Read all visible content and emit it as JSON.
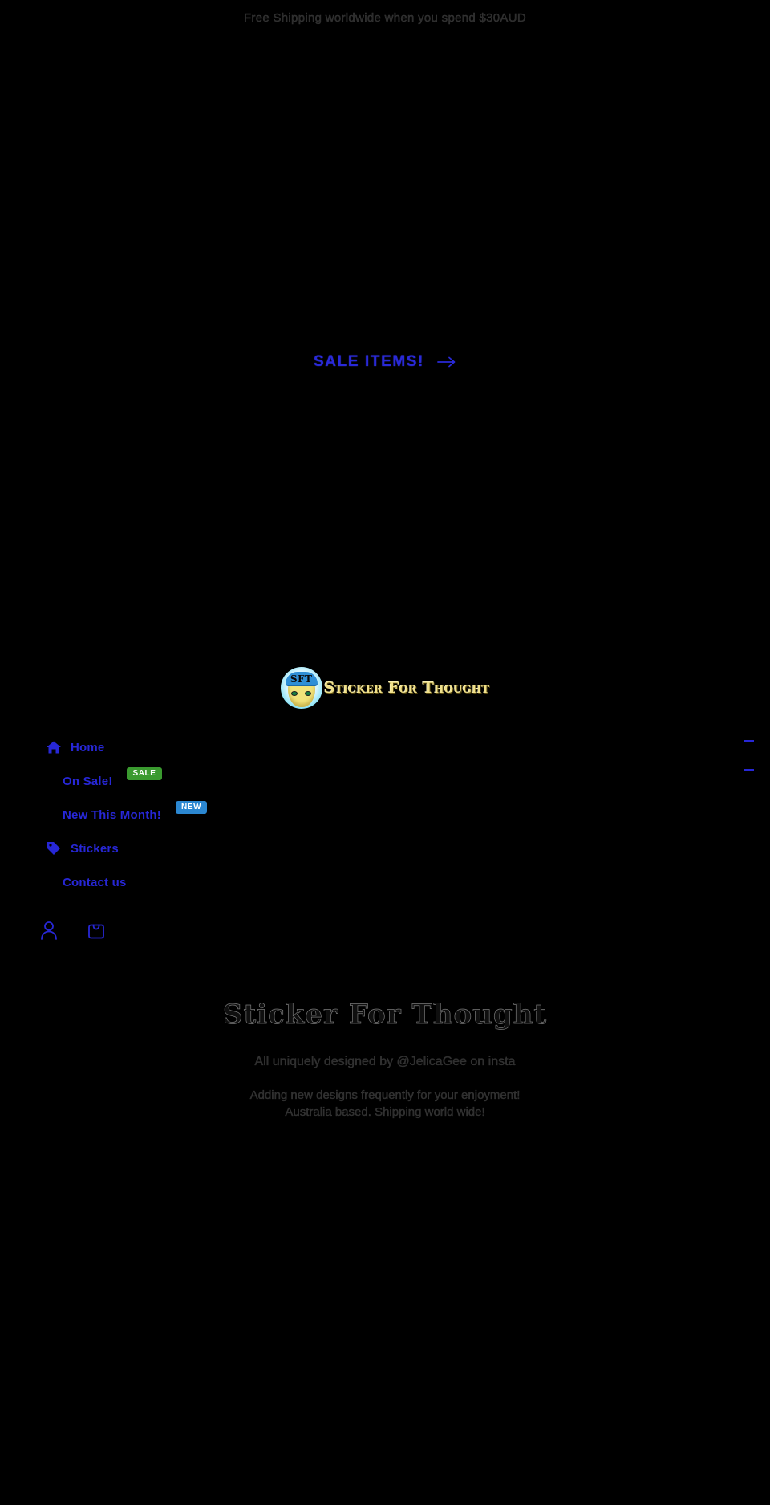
{
  "announcement": {
    "text": "Free Shipping worldwide when you spend $30AUD"
  },
  "hero_slideshow": {
    "cta_label": "SALE ITEMS!",
    "cta_arrow_icon": "arrow-right-icon",
    "slider_dash_count": 2
  },
  "header": {
    "logo": {
      "mark_text": "SFT",
      "wordmark": "Sticker For Thought",
      "mark_icon": "sft-face-logo-icon"
    },
    "nav": [
      {
        "label": "Home",
        "icon": "home-icon",
        "badge": null,
        "indented": false
      },
      {
        "label": "On Sale!",
        "icon": null,
        "badge": "SALE",
        "badge_kind": "sale",
        "indented": true
      },
      {
        "label": "New This Month!",
        "icon": null,
        "badge": "NEW",
        "badge_kind": "new",
        "indented": true
      },
      {
        "label": "Stickers",
        "icon": "tag-icon",
        "badge": null,
        "indented": false
      },
      {
        "label": "Contact us",
        "icon": null,
        "badge": null,
        "indented": true
      }
    ],
    "actions": [
      {
        "name": "account-icon"
      },
      {
        "name": "cart-icon"
      }
    ]
  },
  "intro": {
    "title": "Sticker For Thought",
    "subtitle": "All uniquely designed by @JelicaGee on insta",
    "line1": "Adding new designs frequently for your enjoyment!",
    "line2": "Australia based. Shipping world wide!"
  },
  "colors": {
    "background": "#000000",
    "link_blue": "#2727d6",
    "sale_green": "#3a9a2f",
    "new_blue": "#2b87d1",
    "logo_gold": "#f0e08a",
    "muted_text": "#2e2e2e"
  }
}
